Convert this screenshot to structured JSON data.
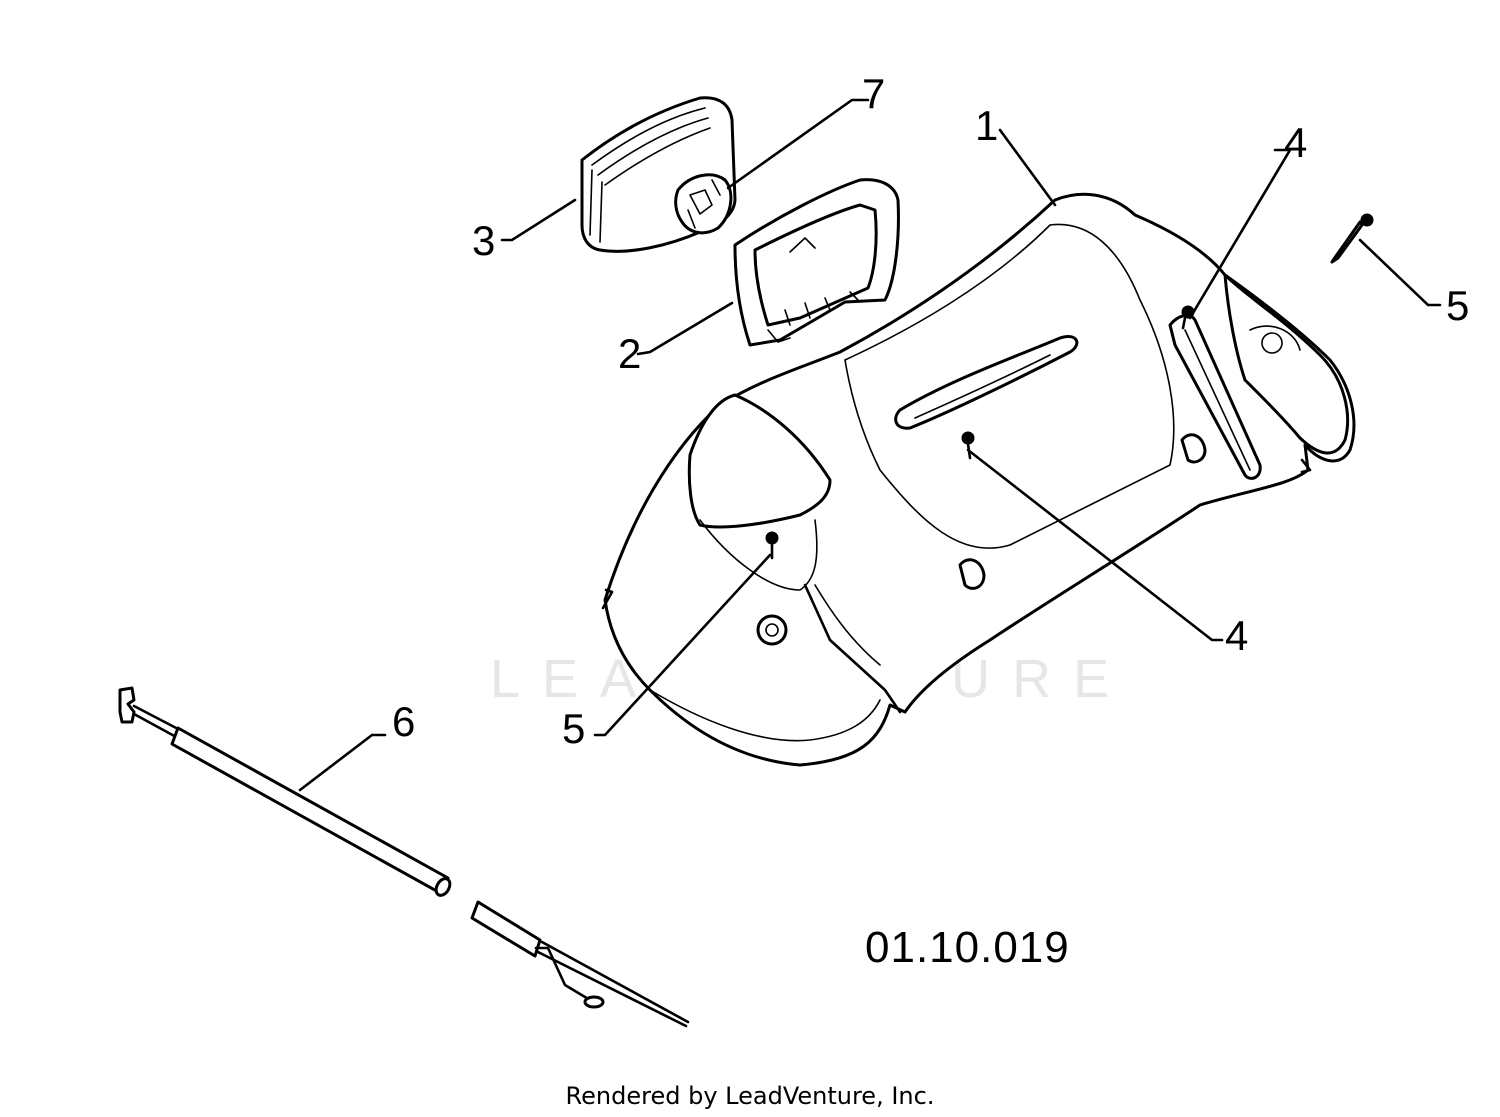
{
  "diagram": {
    "callouts": [
      {
        "id": "1",
        "label": "1"
      },
      {
        "id": "2",
        "label": "2"
      },
      {
        "id": "3",
        "label": "3"
      },
      {
        "id": "4a",
        "label": "4"
      },
      {
        "id": "4b",
        "label": "4"
      },
      {
        "id": "5a",
        "label": "5"
      },
      {
        "id": "5b",
        "label": "5"
      },
      {
        "id": "6",
        "label": "6"
      },
      {
        "id": "7",
        "label": "7"
      }
    ],
    "drawing_code": "01.10.019",
    "watermark": "LEADVENTURE",
    "footer": "Rendered by LeadVenture, Inc."
  }
}
